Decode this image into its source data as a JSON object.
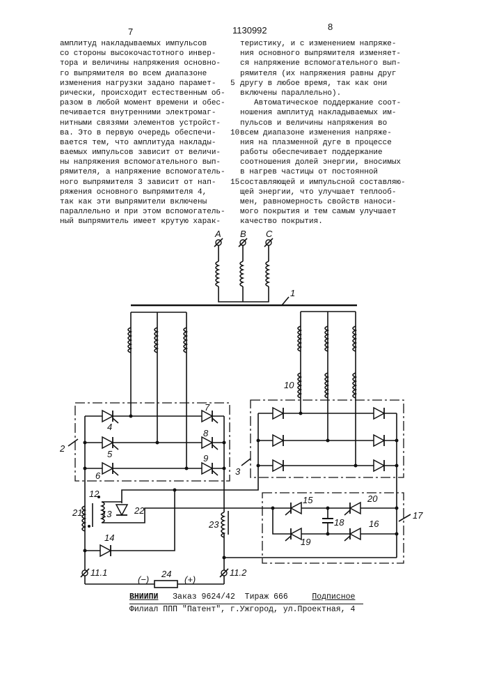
{
  "header": {
    "left_page": "7",
    "patent_number": "1130992",
    "right_page": "8"
  },
  "left_column": [
    "амплитуд накладываемых импульсов",
    "со стороны высокочастотного инвер-",
    "тора и величины напряжения основно-",
    "го выпрямителя во всем диапазоне",
    "изменения нагрузки задано парамет-",
    "рически, происходит естественным об-",
    "разом в любой момент времени и обес-",
    "печивается внутренними электромаг-",
    "нитными связями элементов устройст-",
    "ва. Это в первую очередь обеспечи-",
    "вается тем, что амплитуда наклады-",
    "ваемых импульсов зависит от величи-",
    "ны напряжения вспомогательного вып-",
    "рямителя, а напряжение вспомогатель-",
    "ного выпрямителя 3 зависит от нап-",
    "ряжения основного выпрямителя 4,",
    "так как эти выпрямители включены",
    "параллельно и при этом вспомогатель-",
    "ный выпрямитель имеет крутую харак-"
  ],
  "right_column": [
    "теристику, и с изменением напряже-",
    "ния основного выпрямителя изменяет-",
    "ся напряжение вспомогательного вып-",
    "рямителя (их напряжения равны друг",
    "другу в любое время, так как они",
    "включены параллельно).",
    "Автоматическое поддержание соот-",
    "ношения амплитуд накладываемых им-",
    "пульсов и величины напряжения во",
    "всем диапазоне изменения напряже-",
    "ния на плазменной дуге в процессе",
    "работы обеспечивает поддержание",
    "соотношения долей энергии, вносимых",
    "в нагрев частицы от постоянной",
    "составляющей и импульсной составляю-",
    "щей энергии, что улучшает теплооб-",
    "мен, равномерность свойств наноси-",
    "мого покрытия и тем самым улучшает",
    "качество покрытия."
  ],
  "line_numbers": [
    "5",
    "10",
    "15"
  ],
  "diagram": {
    "phases": [
      "A",
      "B",
      "C"
    ],
    "labels": {
      "bus": "1",
      "bridge_main": "2",
      "bridge_aux": "3",
      "t4": "4",
      "t5": "5",
      "t6": "6",
      "t7": "7",
      "t8": "8",
      "t9": "9",
      "coil10": "10",
      "t12": "12",
      "t13": "13",
      "d14": "14",
      "t15": "15",
      "t16": "16",
      "inverter": "17",
      "cap18": "18",
      "t19": "19",
      "t20": "20",
      "t21": "21",
      "d22": "22",
      "choke23": "23",
      "load24": "24",
      "term1": "11.1",
      "term2": "11.2",
      "minus": "(−)",
      "plus": "(+)"
    }
  },
  "footer": {
    "org": "ВНИИПИ",
    "order": "Заказ 9624/42",
    "circulation": "Тираж 666",
    "subscription": "Подписное",
    "branch": "Филиал ППП \"Патент\", г.Ужгород, ул.Проектная, 4"
  }
}
